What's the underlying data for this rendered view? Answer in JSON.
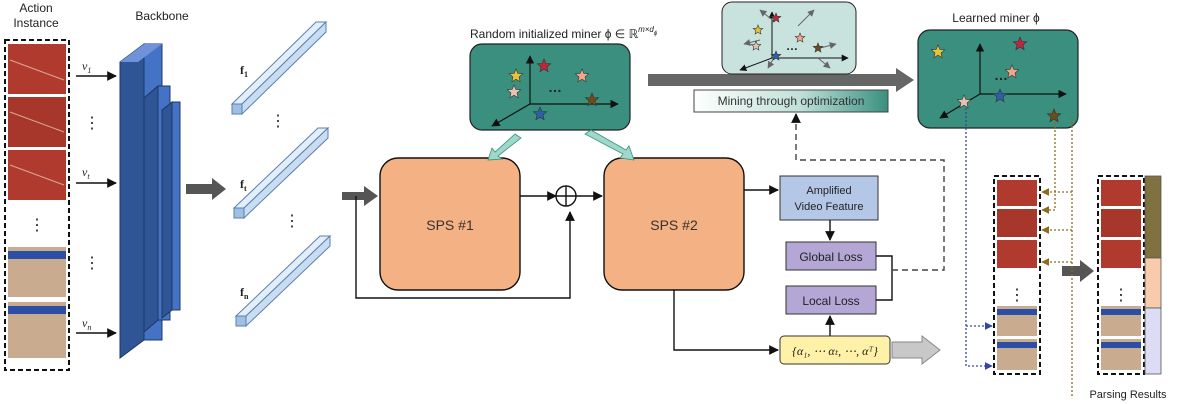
{
  "labels": {
    "action_instance": [
      "Action",
      "Instance"
    ],
    "backbone": "Backbone",
    "random_miner": "Random initialized miner ϕ ∈ ℝ",
    "random_miner_exponent": "m×d",
    "random_miner_exponent_sub": "ϕ",
    "learned_miner": "Learned miner ϕ",
    "mining": "Mining through optimization",
    "sps1": "SPS #1",
    "sps2": "SPS #2",
    "amplified": [
      "Amplified",
      "Video Feature"
    ],
    "global_loss": "Global Loss",
    "local_loss": "Local Loss",
    "alpha_set": "{α₁, ⋯ αₜ, ⋯, αᵀ}",
    "parsing_results": "Parsing Results",
    "ellipsis_h": "…",
    "ellipsis_v": "⋮"
  },
  "video_inputs": [
    {
      "v": "v",
      "sub": "1"
    },
    {
      "v": "v",
      "sub": "t"
    },
    {
      "v": "v",
      "sub": "n"
    }
  ],
  "features": [
    {
      "f": "f",
      "sub": "1"
    },
    {
      "f": "f",
      "sub": "t"
    },
    {
      "f": "f",
      "sub": "n"
    }
  ],
  "colors": {
    "backbone": "#4472c4",
    "feature": "#c9ddf2",
    "miner_box": "#3a8f7f",
    "mining_box": "#c8e3de",
    "sps": "#f4b183",
    "amplified": "#b4c7e7",
    "loss": "#b4a7d6",
    "alpha_box": "#fff2a8",
    "parse_olive": "#7f7240",
    "parse_peach": "#f8cbad",
    "parse_lavender": "#dcdcf5",
    "track": "#b03a2e",
    "track_beige": "#c9ac8f"
  },
  "stars_random": [
    "#e8c33a",
    "#c0263b",
    "#e9c1b0",
    "#f3a78a",
    "#6c4c1d",
    "#2c5fa8"
  ],
  "stars_learned": [
    "#e8c33a",
    "#c0263b",
    "#e9c1b0",
    "#f3a78a",
    "#6c4c1d",
    "#2c5fa8"
  ]
}
